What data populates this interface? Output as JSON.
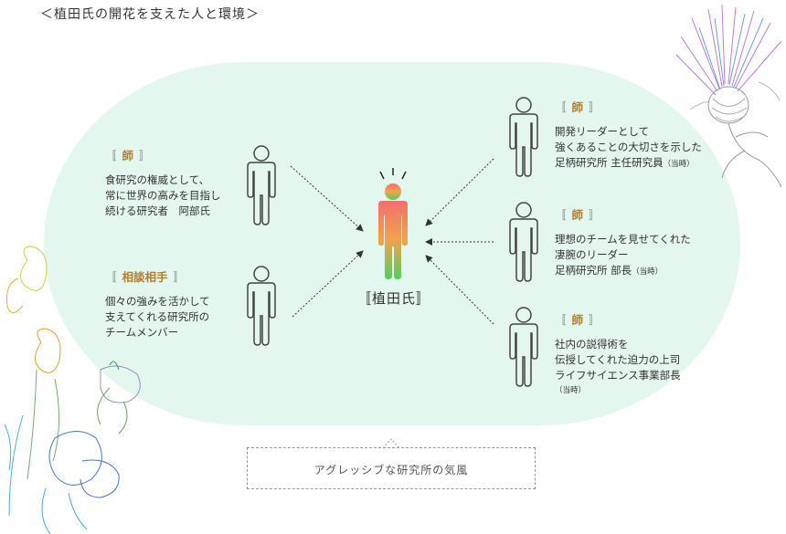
{
  "title": "＜植田氏の開花を支えた人と環境＞",
  "center": {
    "label": "〚植田氏〛"
  },
  "left_people": [
    {
      "tag": "師",
      "lines": [
        "食研究の権威として、",
        "常に世界の高みを目指し",
        "続ける研究者　阿部氏"
      ]
    },
    {
      "tag": "相談相手",
      "lines": [
        "個々の強みを活かして",
        "支えてくれる研究所の",
        "チームメンバー"
      ]
    }
  ],
  "right_people": [
    {
      "tag": "師",
      "lines": [
        "開発リーダーとして",
        "強くあることの大切さを示した",
        "足柄研究所 主任研究員"
      ],
      "note": "（当時）"
    },
    {
      "tag": "師",
      "lines": [
        "理想のチームを見せてくれた",
        "凄腕のリーダー",
        "足柄研究所 部長"
      ],
      "note": "（当時）"
    },
    {
      "tag": "師",
      "lines": [
        "社内の説得術を",
        "伝授してくれた迫力の上司",
        "ライフサイエンス事業部長"
      ],
      "note": "（当時）"
    }
  ],
  "culture": {
    "label": "アグレッシブな研究所の気風"
  },
  "bracket_open": "〚",
  "bracket_close": "〛",
  "colors": {
    "background_oval": "#e3f7ef",
    "tag_accent": "#b0802f",
    "center_gradient": [
      "#f26f6f",
      "#f3a24b",
      "#4fd05f"
    ]
  }
}
